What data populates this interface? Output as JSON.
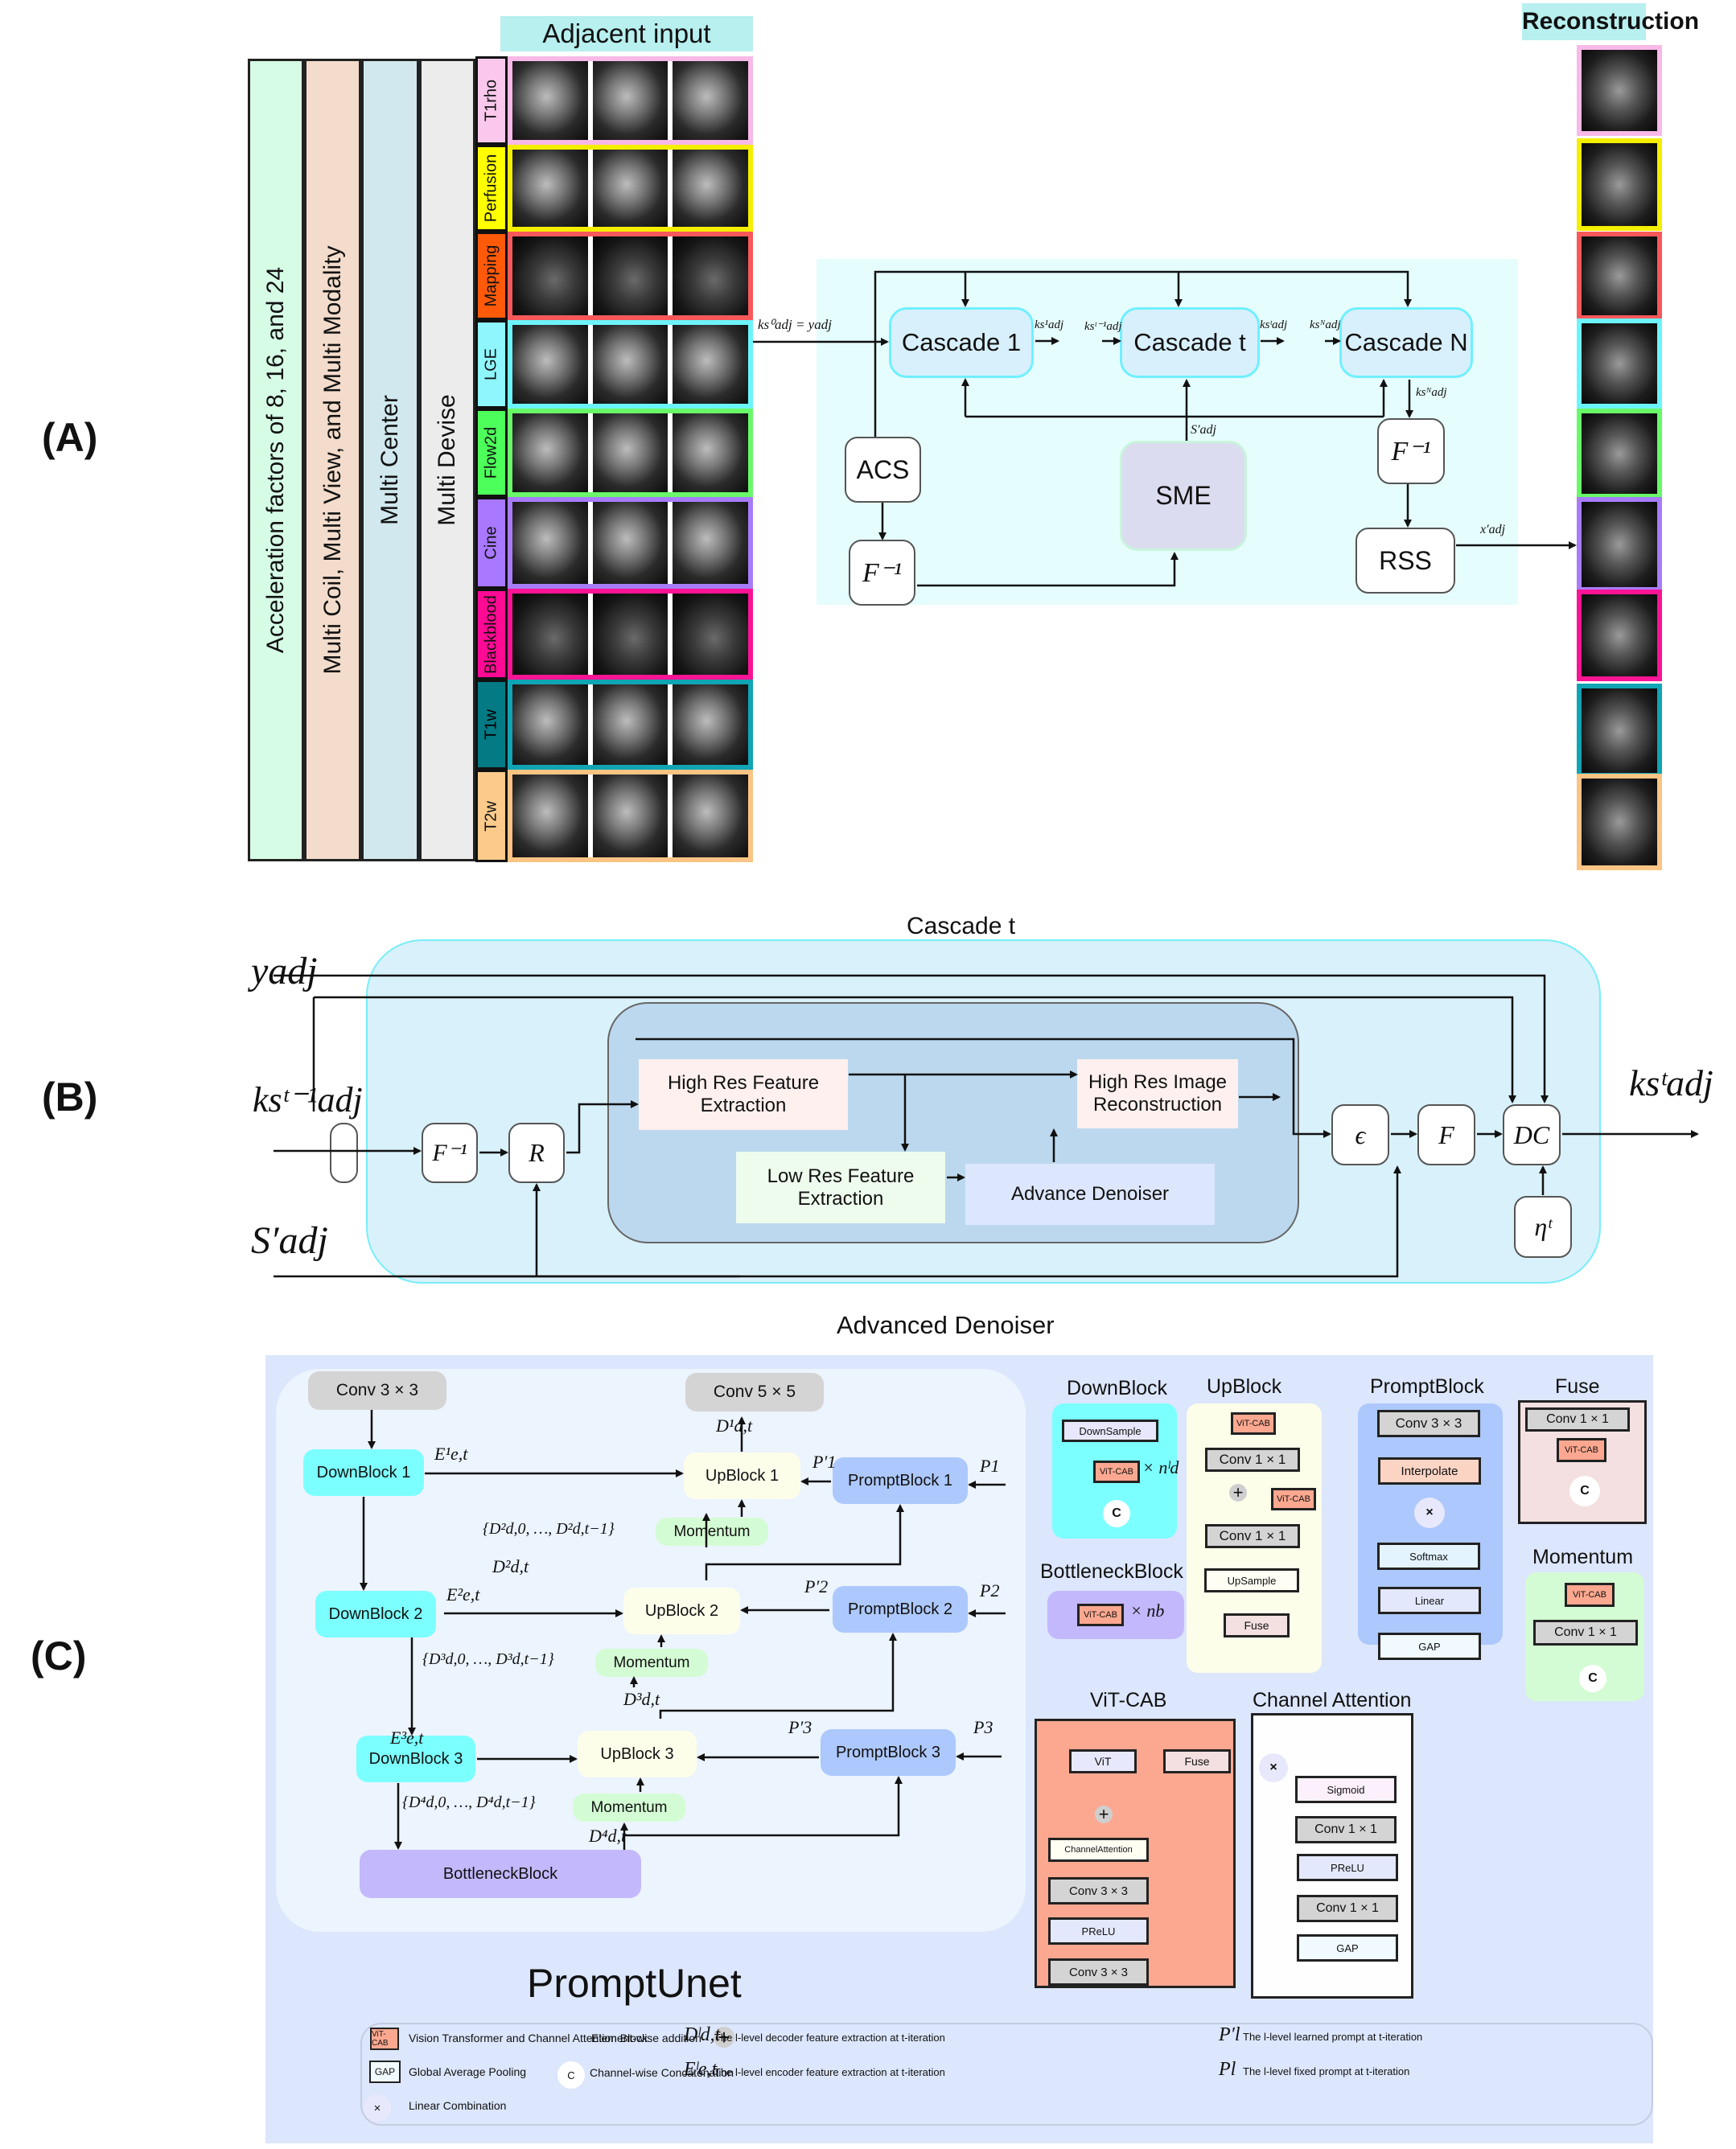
{
  "section_labels": {
    "a": "(A)",
    "b": "(B)",
    "c": "(C)"
  },
  "section_a": {
    "vertical_bars": [
      {
        "label": "Acceleration factors of 8, 16, and 24",
        "color": "#d6fce6"
      },
      {
        "label": "Multi Coil, Multi View, and Multi Modality",
        "color": "#f3dccb"
      },
      {
        "label": "Multi Center",
        "color": "#d0e8ee"
      },
      {
        "label": "Multi Devise",
        "color": "#ececec"
      }
    ],
    "adjacent_input_header": "Adjacent input",
    "reconstruction_header": "Reconstruction",
    "modalities": [
      {
        "label": "T1rho",
        "color": "#fac8ec"
      },
      {
        "label": "Perfusion",
        "color": "#ffff00"
      },
      {
        "label": "Mapping",
        "color": "#ff5a0a"
      },
      {
        "label": "LGE",
        "color": "#8ef6fc"
      },
      {
        "label": "Flow2d",
        "color": "#4dff5a"
      },
      {
        "label": "Cine",
        "color": "#a878ff"
      },
      {
        "label": "Blackblood",
        "color": "#ff0a94"
      },
      {
        "label": "T1w",
        "color": "#047a84"
      },
      {
        "label": "T2w",
        "color": "#fccb8c"
      }
    ],
    "row_border_colors": [
      "#f8b8e8",
      "#f4ee00",
      "#f8585a",
      "#6cf4fc",
      "#68f868",
      "#a87cf8",
      "#f81494",
      "#10a4b4",
      "#fcc484"
    ],
    "flow": {
      "input_label": "ks⁰adj = yadj",
      "cascade_1": "Cascade 1",
      "cascade_t": "Cascade t",
      "cascade_n": "Cascade N",
      "ks1": "ks¹adj",
      "ks_tm1": "ksᵗ⁻¹adj",
      "ks_t": "ksᵗadj",
      "ks_n_in": "ksᴺadj",
      "ks_n_out": "ksᴺadj",
      "s_adj": "S′adj",
      "acs": "ACS",
      "finv_left": "F⁻¹",
      "sme": "SME",
      "finv_right": "F⁻¹",
      "rss": "RSS",
      "x_adj": "x′adj"
    }
  },
  "section_b": {
    "title": "Cascade t",
    "inputs": {
      "y_adj": "yadj",
      "ks_prev": "ksᵗ⁻¹adj",
      "s_adj": "S′adj"
    },
    "output": "ksᵗadj",
    "blocks": {
      "finv": "F⁻¹",
      "r": "R",
      "high_res_feat": "High Res Feature Extraction",
      "high_res_img": "High Res Image Reconstruction",
      "low_res_feat": "Low Res Feature Extraction",
      "adv_denoiser": "Advance Denoiser",
      "epsilon": "ϵ",
      "f": "F",
      "dc": "DC",
      "eta": "ηᵗ"
    }
  },
  "section_c": {
    "title": "Advanced Denoiser",
    "promptunet_label": "PromptUnet",
    "unet": {
      "conv_in": "Conv 3 × 3",
      "conv_out": "Conv 5 × 5",
      "down": [
        "DownBlock 1",
        "DownBlock 2",
        "DownBlock 3"
      ],
      "up": [
        "UpBlock 1",
        "UpBlock 2",
        "UpBlock 3"
      ],
      "prompt": [
        "PromptBlock 1",
        "PromptBlock 2",
        "PromptBlock 3"
      ],
      "momentum": [
        "Momentum",
        "Momentum",
        "Momentum"
      ],
      "bottleneck": "BottleneckBlock",
      "enc_labels": [
        "E¹e,t",
        "E²e,t",
        "E³e,t"
      ],
      "dec_labels": [
        "D¹d,t",
        "D²d,t",
        "D³d,t",
        "D⁴d,t"
      ],
      "learned_prompts": [
        "P′1",
        "P′2",
        "P′3"
      ],
      "fixed_prompts": [
        "P1",
        "P2",
        "P3"
      ],
      "momentum_inputs": [
        "{D²d,0, …, D²d,t−1}",
        "{D³d,0, …, D³d,t−1}",
        "{D⁴d,0, …, D⁴d,t−1}"
      ]
    },
    "detail_blocks": {
      "downblock": {
        "title": "DownBlock",
        "downsample": "DownSample",
        "vitcab": "ViT-CAB",
        "repeat": "× nˡd",
        "concat": "C"
      },
      "bottleneck": {
        "title": "BottleneckBlock",
        "vitcab": "ViT-CAB",
        "repeat": "× nb"
      },
      "upblock": {
        "title": "UpBlock",
        "vitcab_top": "ViT-CAB",
        "conv1": "Conv 1 × 1",
        "vitcab_side": "ViT-CAB",
        "conv2": "Conv 1 × 1",
        "upsample": "UpSample",
        "fuse": "Fuse"
      },
      "promptblock": {
        "title": "PromptBlock",
        "conv": "Conv 3 × 3",
        "interpolate": "Interpolate",
        "mult": "×",
        "softmax": "Softmax",
        "linear": "Linear",
        "gap": "GAP"
      },
      "fuse": {
        "title": "Fuse",
        "conv": "Conv 1 × 1",
        "vitcab": "ViT-CAB",
        "concat": "C"
      },
      "momentum": {
        "title": "Momentum",
        "vitcab": "ViT-CAB",
        "conv": "Conv 1 × 1",
        "concat": "C"
      },
      "vitcab": {
        "title": "ViT-CAB",
        "vit": "ViT",
        "fuse": "Fuse",
        "ca": "ChannelAttention",
        "conv_a": "Conv 3 × 3",
        "prelu": "PReLU",
        "conv_b": "Conv 3 × 3"
      },
      "channel_attention": {
        "title": "Channel Attention",
        "mult": "×",
        "sigmoid": "Sigmoid",
        "conv_a": "Conv 1 × 1",
        "prelu": "PReLU",
        "conv_b": "Conv 1 × 1",
        "gap": "GAP"
      }
    },
    "legend": [
      {
        "symbol": "ViT-CAB",
        "text": "Vision Transformer and Channel Attention Block"
      },
      {
        "symbol": "GAP",
        "text": "Global Average Pooling"
      },
      {
        "symbol": "×",
        "text": "Linear Combination"
      },
      {
        "symbol": "+",
        "text": "Element-wise addition"
      },
      {
        "symbol": "C",
        "text": "Channel-wise Concatenation"
      },
      {
        "symbol": "Dˡd,t",
        "text": "The l-level decoder feature extraction at t-iteration"
      },
      {
        "symbol": "Eˡe,t",
        "text": "The l-level encoder feature extraction at t-iteration"
      },
      {
        "symbol": "P′l",
        "text": "The l-level learned prompt at t-iteration"
      },
      {
        "symbol": "Pl",
        "text": "The l-level fixed prompt at t-iteration"
      }
    ]
  }
}
